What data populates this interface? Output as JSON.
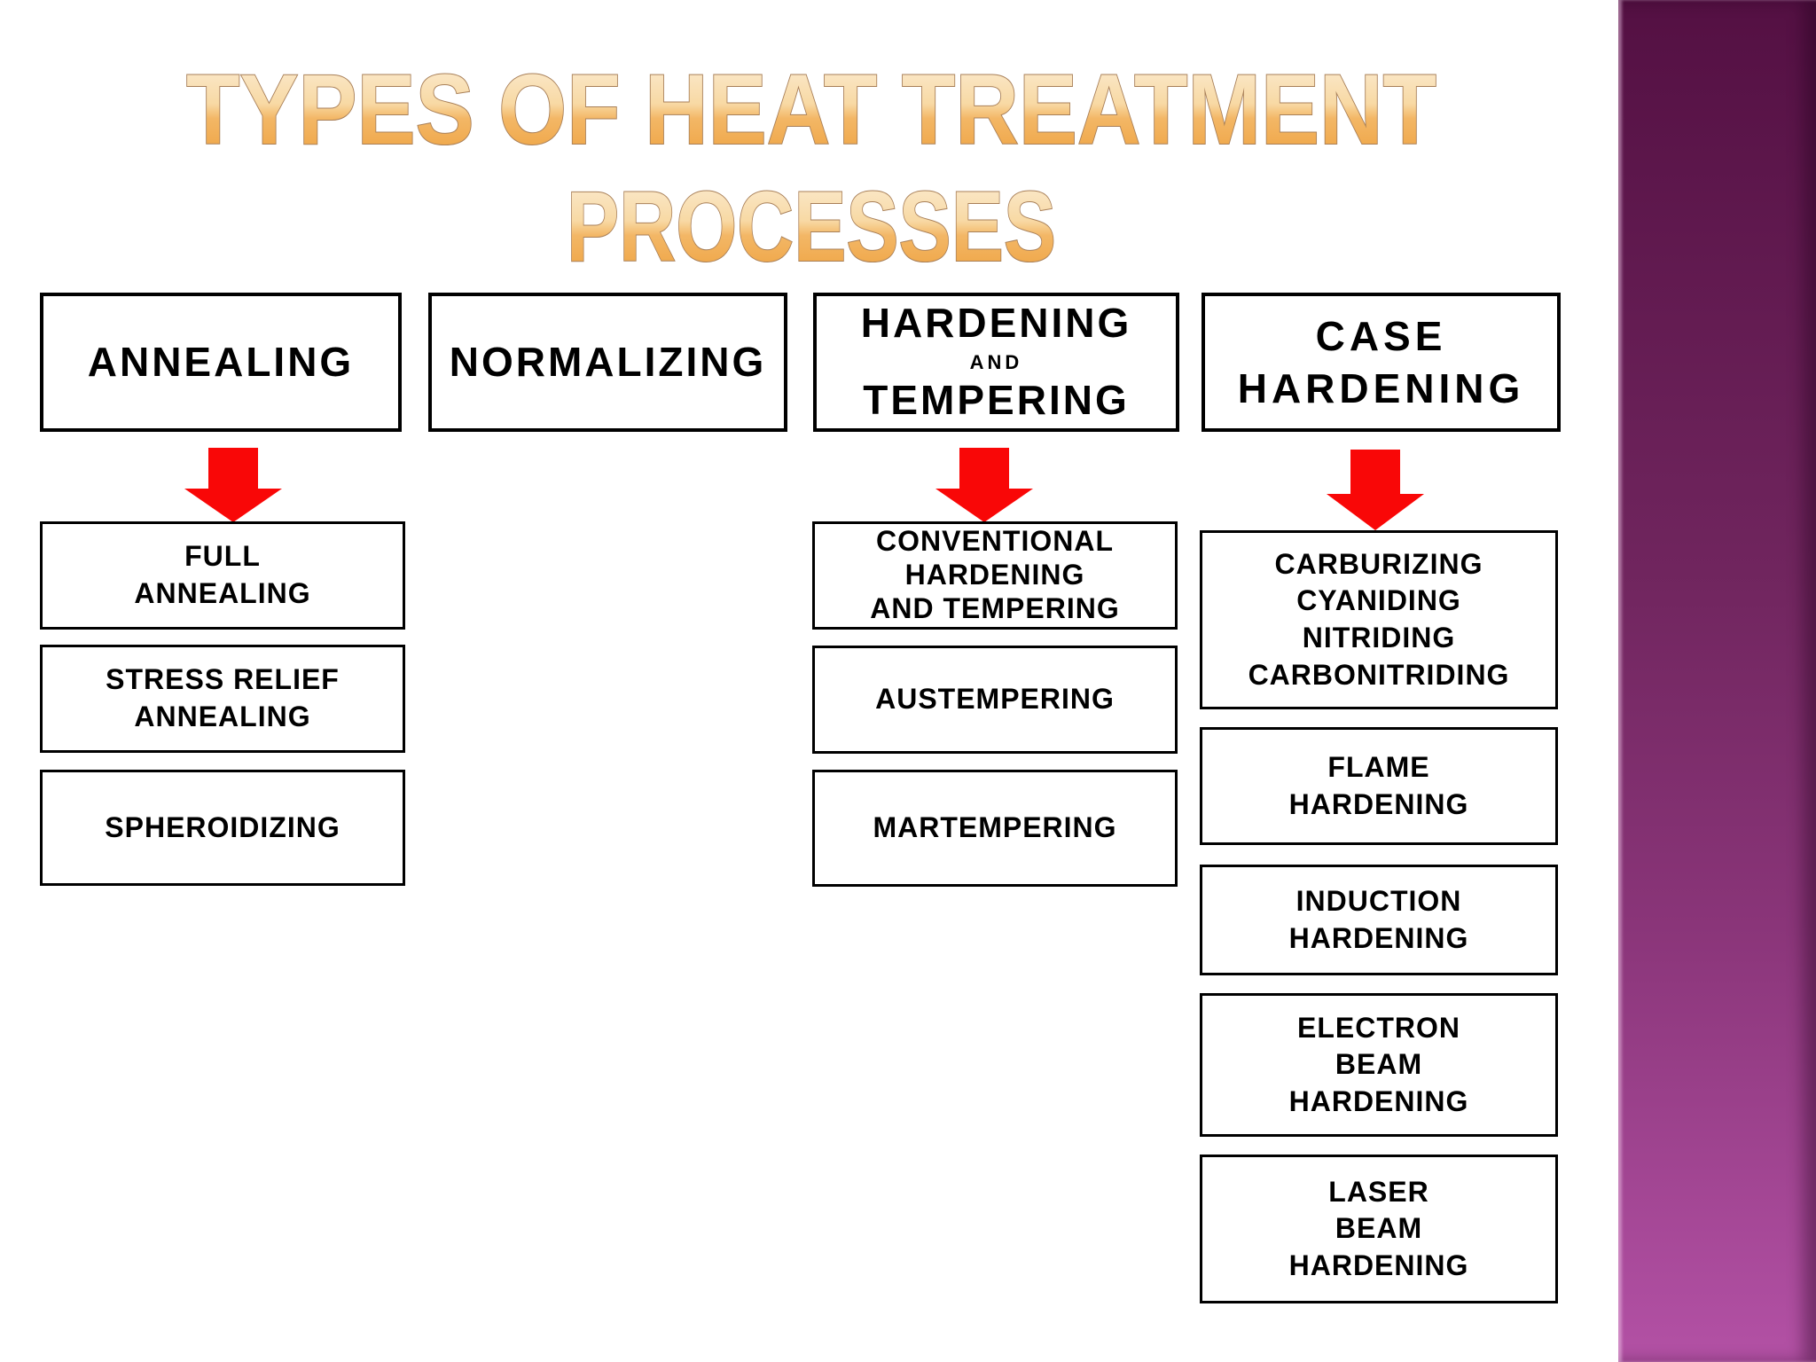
{
  "title": {
    "line1": "TYPES OF HEAT TREATMENT",
    "line2": "PROCESSES"
  },
  "row1": {
    "annealing": "ANNEALING",
    "normalizing": "NORMALIZING",
    "hardening_and_tempering": {
      "top": "HARDENING",
      "middle": "AND",
      "bottom": "TEMPERING"
    },
    "case_hardening": "CASE\nHARDENING"
  },
  "annealing_subtypes": {
    "full_annealing": "FULL\nANNEALING",
    "stress_relief_annealing": "STRESS RELIEF\nANNEALING",
    "spheroidizing": "SPHEROIDIZING"
  },
  "hardening_subtypes": {
    "conventional_hardening_and_tempering": "CONVENTIONAL\nHARDENING\nAND TEMPERING",
    "austempering": "AUSTEMPERING",
    "martempering": "MARTEMPERING"
  },
  "case_hardening_subtypes": {
    "carburizing_group": "CARBURIZING\nCYANIDING\nNITRIDING\nCARBONITRIDING",
    "flame_hardening": "FLAME\nHARDENING",
    "induction_hardening": "INDUCTION\nHARDENING",
    "electron_beam_hardening": "ELECTRON\nBEAM\nHARDENING",
    "laser_beam_hardening": "LASER\nBEAM\nHARDENING"
  },
  "icons": {
    "down_arrow": "red-block-down-arrow"
  },
  "colors": {
    "background": "#ffffff",
    "box_border": "#000000",
    "box_text": "#000000",
    "arrow": "#f90707",
    "title_grad_0": "#fbeed8",
    "title_grad_1": "#f8d9a4",
    "title_grad_2": "#f3b766",
    "title_grad_3": "#eea03c",
    "title_stroke": "#a87f58",
    "sidebar_top": "#541043",
    "sidebar_mid": "#70255e",
    "sidebar_bottom": "#b351a5"
  }
}
